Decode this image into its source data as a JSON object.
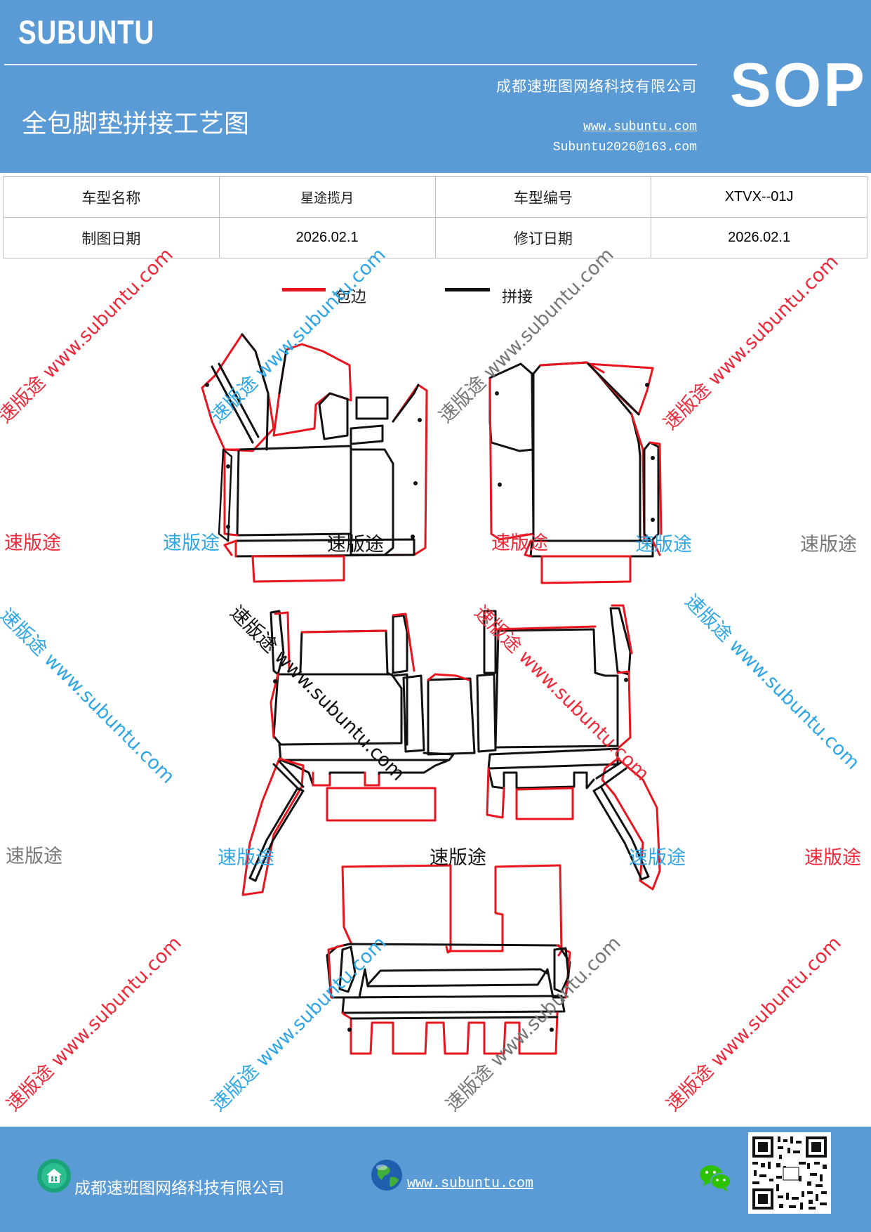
{
  "header": {
    "brand": "SUBUNTU",
    "title": "全包脚垫拼接工艺图",
    "company": "成都速班图网络科技有限公司",
    "website": "www.subuntu.com",
    "email": "Subuntu2026@163.com",
    "badge": "SOP"
  },
  "info_table": {
    "model_name_label": "车型名称",
    "model_name_value": "星途揽月",
    "model_code_label": "车型编号",
    "model_code_value": "XTVX--01J",
    "draw_date_label": "制图日期",
    "draw_date_value": "2026.02.1",
    "revise_date_label": "修订日期",
    "revise_date_value": "2026.02.1"
  },
  "legend": {
    "edge_label": "包边",
    "edge_color": "#e8141e",
    "splice_label": "拼接",
    "splice_color": "#111111"
  },
  "watermark": {
    "brand": "速版途",
    "url_line": "速版途 www.subuntu.com",
    "url_only": "www.subuntu.com",
    "red": "#ee2a3a",
    "blue": "#2ea6e6",
    "gray": "#777777"
  },
  "footer": {
    "company": "成都速班图网络科技有限公司",
    "website": "www.subuntu.com",
    "icons": [
      "building-icon",
      "globe-icon",
      "wechat-icon",
      "qr-code"
    ]
  }
}
